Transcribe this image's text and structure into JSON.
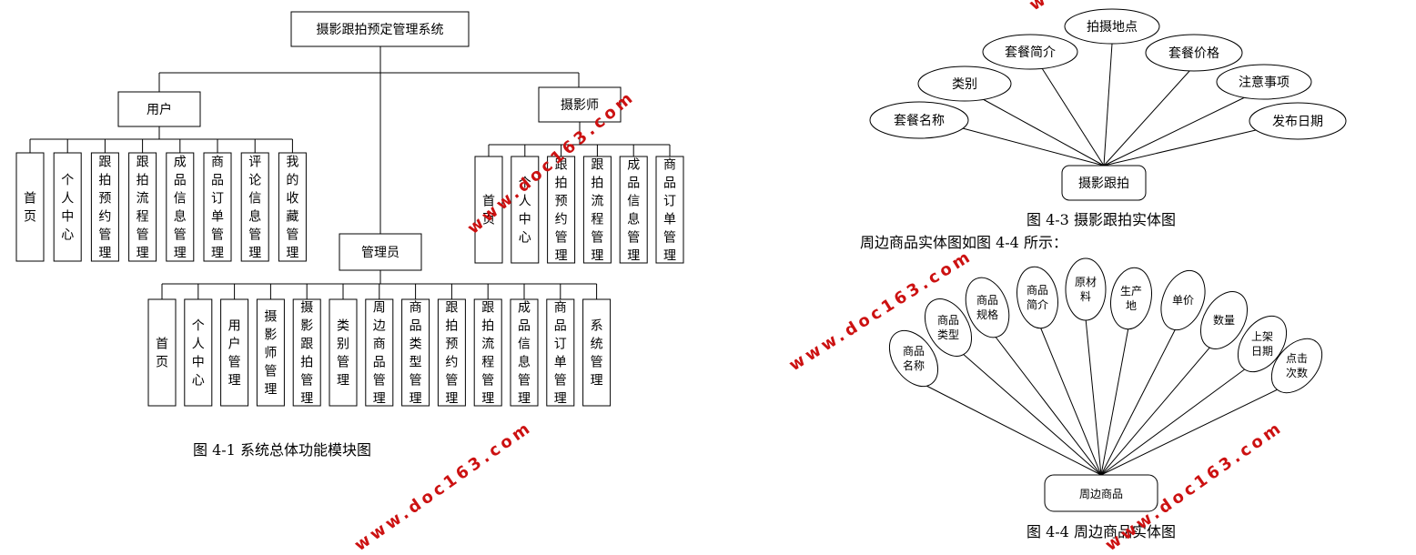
{
  "diagram1": {
    "root": "摄影跟拍预定管理系统",
    "user": {
      "label": "用户",
      "items": [
        "首页",
        "个人中心",
        "跟拍预约管理",
        "跟拍流程管理",
        "成品信息管理",
        "商品订单管理",
        "评论信息管理",
        "我的收藏管理"
      ]
    },
    "photographer": {
      "label": "摄影师",
      "items": [
        "首页",
        "个人中心",
        "跟拍预约管理",
        "跟拍流程管理",
        "成品信息管理",
        "商品订单管理"
      ]
    },
    "admin": {
      "label": "管理员",
      "items": [
        "首页",
        "个人中心",
        "用户管理",
        "摄影师管理",
        "摄影跟拍管理",
        "类别管理",
        "周边商品管理",
        "商品类型管理",
        "跟拍预约管理",
        "跟拍流程管理",
        "成品信息管理",
        "商品订单管理",
        "系统管理"
      ]
    },
    "caption": "图 4-1 系统总体功能模块图"
  },
  "diagram3": {
    "entity": "摄影跟拍",
    "attributes": [
      "套餐名称",
      "类别",
      "套餐简介",
      "拍摄地点",
      "套餐价格",
      "注意事项",
      "发布日期"
    ],
    "caption": "图 4-3 摄影跟拍实体图"
  },
  "intro_text": "周边商品实体图如图 4-4 所示：",
  "diagram4": {
    "entity": "周边商品",
    "attributes": [
      "商品名称",
      "商品类型",
      "商品规格",
      "商品简介",
      "原材料",
      "生产地",
      "单价",
      "数量",
      "上架日期",
      "点击次数"
    ],
    "caption": "图 4-4 周边商品实体图"
  },
  "watermark": "www.doc163.com"
}
